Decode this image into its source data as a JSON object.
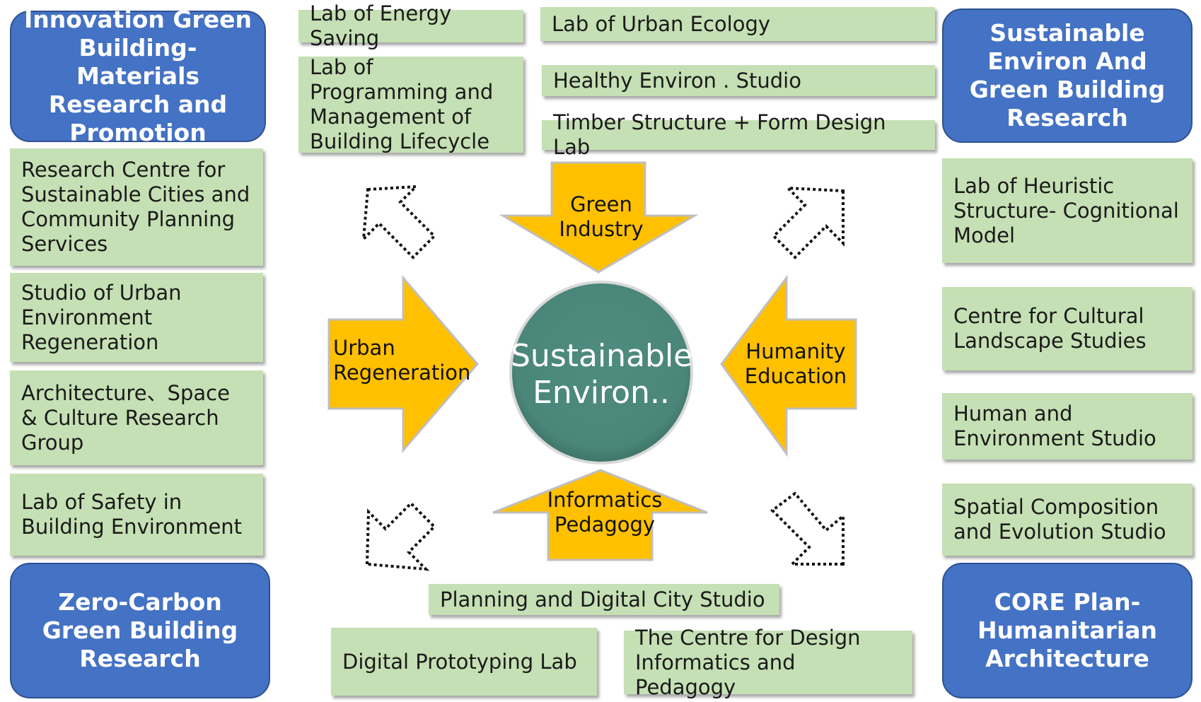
{
  "hubs": {
    "top_left": "Innovation Green Building-Materials Research and Promotion",
    "top_right": "Sustainable Environ And Green Building Research",
    "bottom_left": "Zero-Carbon Green Building Research",
    "bottom_right": "CORE Plan-Humanitarian Architecture"
  },
  "center": "Sustainable Environ..",
  "arrows": {
    "top": "Green Industry",
    "left": "Urban Regeneration",
    "right": "Humanity Education",
    "bottom": "Informatics Pedagogy"
  },
  "labs": {
    "left": [
      "Research Centre for Sustainable Cities and Community Planning Services",
      "Studio of Urban Environment Regeneration",
      "Architecture、Space & Culture Research Group",
      "Lab of Safety in Building Environment"
    ],
    "top": [
      "Lab of Energy Saving",
      "Lab of Programming and Management of Building Lifecycle",
      "Lab of Urban Ecology",
      "Healthy Environ . Studio",
      "Timber Structure + Form Design Lab"
    ],
    "right": [
      "Lab of Heuristic Structure- Cognitional Model",
      "Centre for Cultural Landscape Studies",
      "Human and Environment Studio",
      "Spatial Composition and Evolution Studio"
    ],
    "bottom": [
      "Planning and Digital City Studio",
      "Digital Prototyping Lab",
      "The Centre for Design Informatics and Pedagogy"
    ]
  },
  "colors": {
    "hub": "#4472c4",
    "lab": "#c5e0b4",
    "arrow": "#ffc000",
    "center": "#4e8a7e"
  }
}
